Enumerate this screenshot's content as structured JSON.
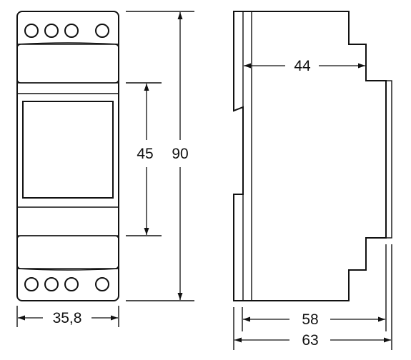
{
  "colors": {
    "line": "#111111",
    "background": "#ffffff"
  },
  "front_view": {
    "terminals_top": 4,
    "terminals_bottom": 4,
    "dimensions": {
      "width": "35,8",
      "window_height": "45",
      "total_height": "90"
    }
  },
  "side_view": {
    "dimensions": {
      "depth_front": "44",
      "depth_mid": "58",
      "depth_total": "63"
    }
  }
}
